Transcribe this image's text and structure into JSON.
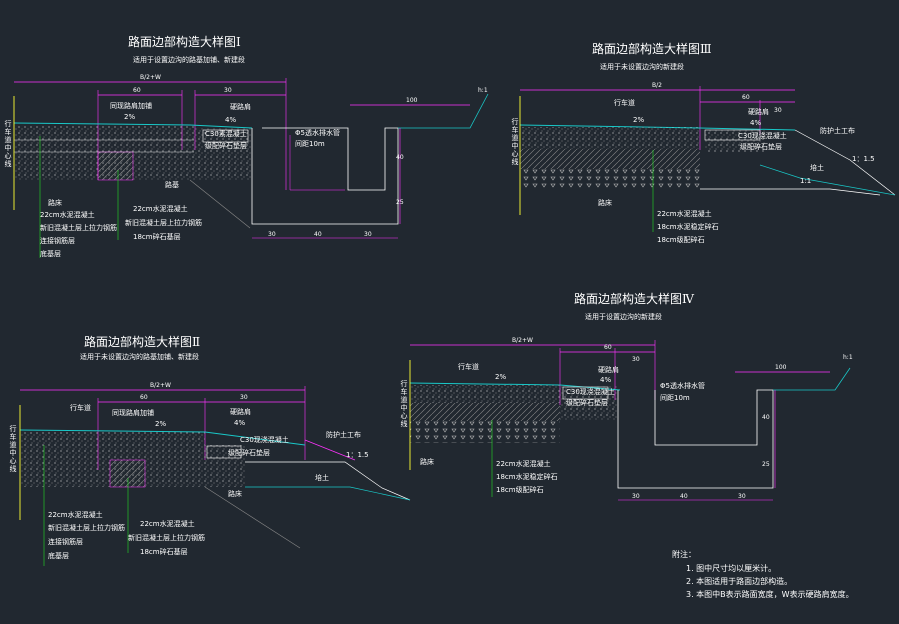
{
  "colors": {
    "background": "#212830",
    "dim_line": "#ff33ff",
    "section_line": "#ffffff",
    "road_surface": "#19c8c8",
    "leader": "#22dd22",
    "guide": "#ffff33",
    "hatch": "#cccccc"
  },
  "d1": {
    "title": "路面边部构造大样图Ⅰ",
    "subtitle": "适用于设置边沟的路基加铺、新建段",
    "dims": [
      "B/2+W",
      "60",
      "30",
      "100",
      "h:1"
    ],
    "labels": {
      "lane_edge": "同现路肩加铺",
      "slope2": "2%",
      "slope4": "4%",
      "shoulder": "硬路肩",
      "c30": "C30素混凝土",
      "stone": "级配碎石垫层",
      "pipe": "Φ5透水排水管",
      "pipe_spacing": "间距10m",
      "roadbed": "路床",
      "old": "路基"
    },
    "side": "行车道中心线",
    "layers": [
      "22cm水泥混凝土",
      "新旧混凝土层上拉力钢筋",
      "连接钢筋层",
      "底基层"
    ],
    "layers_right": [
      "22cm水泥混凝土",
      "新旧混凝土层上拉力钢筋",
      "18cm碎石基层"
    ],
    "dims_bottom": [
      "30",
      "40",
      "30"
    ],
    "dims_vert": [
      "40",
      "25"
    ]
  },
  "d2": {
    "title": "路面边部构造大样图Ⅱ",
    "subtitle": "适用于未设置边沟的路基加铺、新建段",
    "dims": [
      "B/2+W",
      "60",
      "30"
    ],
    "labels": {
      "lane": "行车道",
      "lane_edge": "同现路肩加铺",
      "slope2": "2%",
      "slope4": "4%",
      "shoulder": "硬路肩",
      "c30": "C30现浇混凝土",
      "stone": "级配碎石垫层",
      "soil": "培土",
      "road_base": "路床",
      "protect": "防护土工布",
      "ratio": "1：1.5"
    },
    "side": "行车道中心线",
    "layers": [
      "22cm水泥混凝土",
      "新旧混凝土层上拉力钢筋",
      "连接钢筋层",
      "底基层"
    ],
    "layers_right": [
      "22cm水泥混凝土",
      "新旧混凝土层上拉力钢筋",
      "18cm碎石基层"
    ]
  },
  "d3": {
    "title": "路面边部构造大样图Ⅲ",
    "subtitle": "适用于未设置边沟的新建段",
    "dims": [
      "B/2",
      "60",
      "30"
    ],
    "labels": {
      "lane": "行车道",
      "shoulder": "硬路肩",
      "slope2": "2%",
      "slope4": "4%",
      "c30": "C30现浇混凝土",
      "stone": "级配碎石垫层",
      "protect": "防护土工布",
      "soil": "培土",
      "ratio": "1：1.5",
      "ratio2": "1:1",
      "road_base": "路床"
    },
    "side": "行车道中心线",
    "layers": [
      "22cm水泥混凝土",
      "18cm水泥稳定碎石",
      "18cm级配碎石"
    ]
  },
  "d4": {
    "title": "路面边部构造大样图Ⅳ",
    "subtitle": "适用于设置边沟的新建段",
    "dims": [
      "B/2+W",
      "60",
      "30",
      "100",
      "h:1"
    ],
    "labels": {
      "lane": "行车道",
      "slope2": "2%",
      "slope4": "4%",
      "shoulder": "硬路肩",
      "c30": "C30现浇混凝土",
      "stone": "级配碎石垫层",
      "pipe": "Φ5透水排水管",
      "pipe_spacing": "间距10m",
      "road_base": "路床"
    },
    "side": "行车道中心线",
    "layers": [
      "22cm水泥混凝土",
      "18cm水泥稳定碎石",
      "18cm级配碎石"
    ],
    "dims_bottom": [
      "30",
      "40",
      "30"
    ],
    "dims_vert": [
      "40",
      "25"
    ]
  },
  "notes": {
    "heading": "附注：",
    "items": [
      "1. 图中尺寸均以厘米计。",
      "2. 本图适用于路面边部构造。",
      "3. 本图中B表示路面宽度，W表示硬路肩宽度。"
    ]
  }
}
